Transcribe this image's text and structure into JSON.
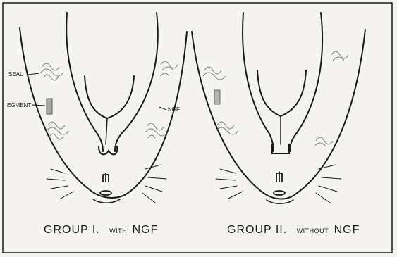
{
  "labels": {
    "seal": "SEAL",
    "segment": "EGMENT",
    "ngf": "NGF"
  },
  "captions": {
    "group1": {
      "group": "GROUP I.",
      "qualifier": "WITH",
      "factor": "NGF"
    },
    "group2": {
      "group": "GROUP II.",
      "qualifier": "WITHOUT",
      "factor": "NGF"
    }
  }
}
